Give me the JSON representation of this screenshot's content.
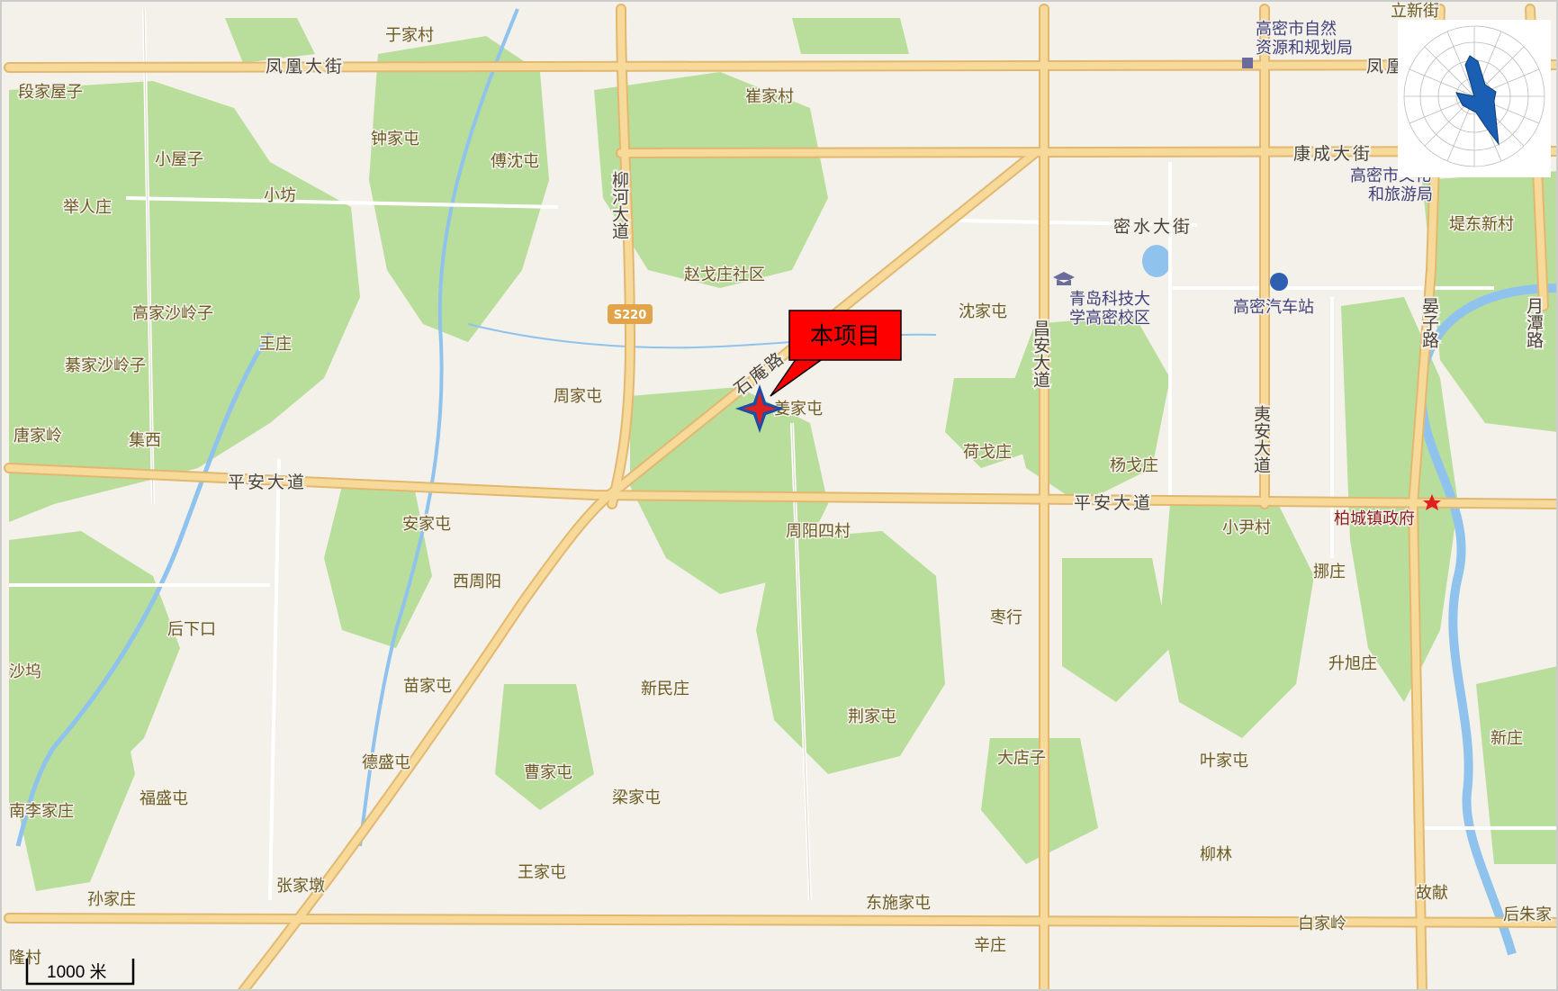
{
  "map": {
    "roads": {
      "fenghuang_w": "凤凰大街",
      "fenghuang_e": "凤凰",
      "kangcheng": "康成大街",
      "mishui": "密水大街",
      "pingan_w": "平安大道",
      "pingan_e": "平安大道",
      "liuhe": "柳河大道",
      "changan": "昌安大道",
      "yian": "夷安大道",
      "yanzi": "晏子路",
      "yuetan": "月潭路",
      "shilu": "石庵路",
      "route_shield": "S220"
    },
    "villages": [
      "于家村",
      "段家屋子",
      "崔家村",
      "钟家屯",
      "傅沈屯",
      "小屋子",
      "小坊",
      "举人庄",
      "赵戈庄社区",
      "高家沙岭子",
      "王庄",
      "綦家沙岭子",
      "周家屯",
      "唐家岭",
      "集西",
      "沈家屯",
      "姜家屯",
      "荷戈庄",
      "杨戈庄",
      "安家屯",
      "周阳四村",
      "西周阳",
      "小尹村",
      "挪庄",
      "后下口",
      "枣行",
      "沙坞",
      "苗家屯",
      "新民庄",
      "升旭庄",
      "荆家屯",
      "德盛屯",
      "曹家屯",
      "大店子",
      "叶家屯",
      "新庄",
      "南李家庄",
      "福盛屯",
      "梁家屯",
      "柳林",
      "王家屯",
      "张家墩",
      "孙家庄",
      "东施家屯",
      "故献",
      "后朱家",
      "白家岭",
      "辛庄",
      "堤东新村",
      "立新街",
      "隆村"
    ],
    "pois": {
      "bureau_nat_res": [
        "高密市自然",
        "资源和规划局"
      ],
      "bureau_culture": [
        "高密市文化",
        "和旅游局"
      ],
      "university": [
        "青岛科技大",
        "学高密校区"
      ],
      "bus_station": "高密汽车站",
      "town_gov": "柏城镇政府"
    },
    "callout": "本项目",
    "scale": "1000 米"
  },
  "colors": {
    "land": "#f4f1ea",
    "green": "#b9dd9a",
    "road_major": "#f7d99a",
    "road_edge": "#e2b870",
    "road_minor": "#ffffff",
    "water": "#8fc3ee",
    "callout_fill": "#ff0000",
    "star_red": "#e02020",
    "star_blue": "#1a4fa8",
    "wind_blue": "#1a5fb4"
  },
  "icons": [
    "project-star-icon",
    "wind-rose-icon",
    "bus-station-icon",
    "university-icon",
    "government-icon",
    "bureau-icon"
  ]
}
